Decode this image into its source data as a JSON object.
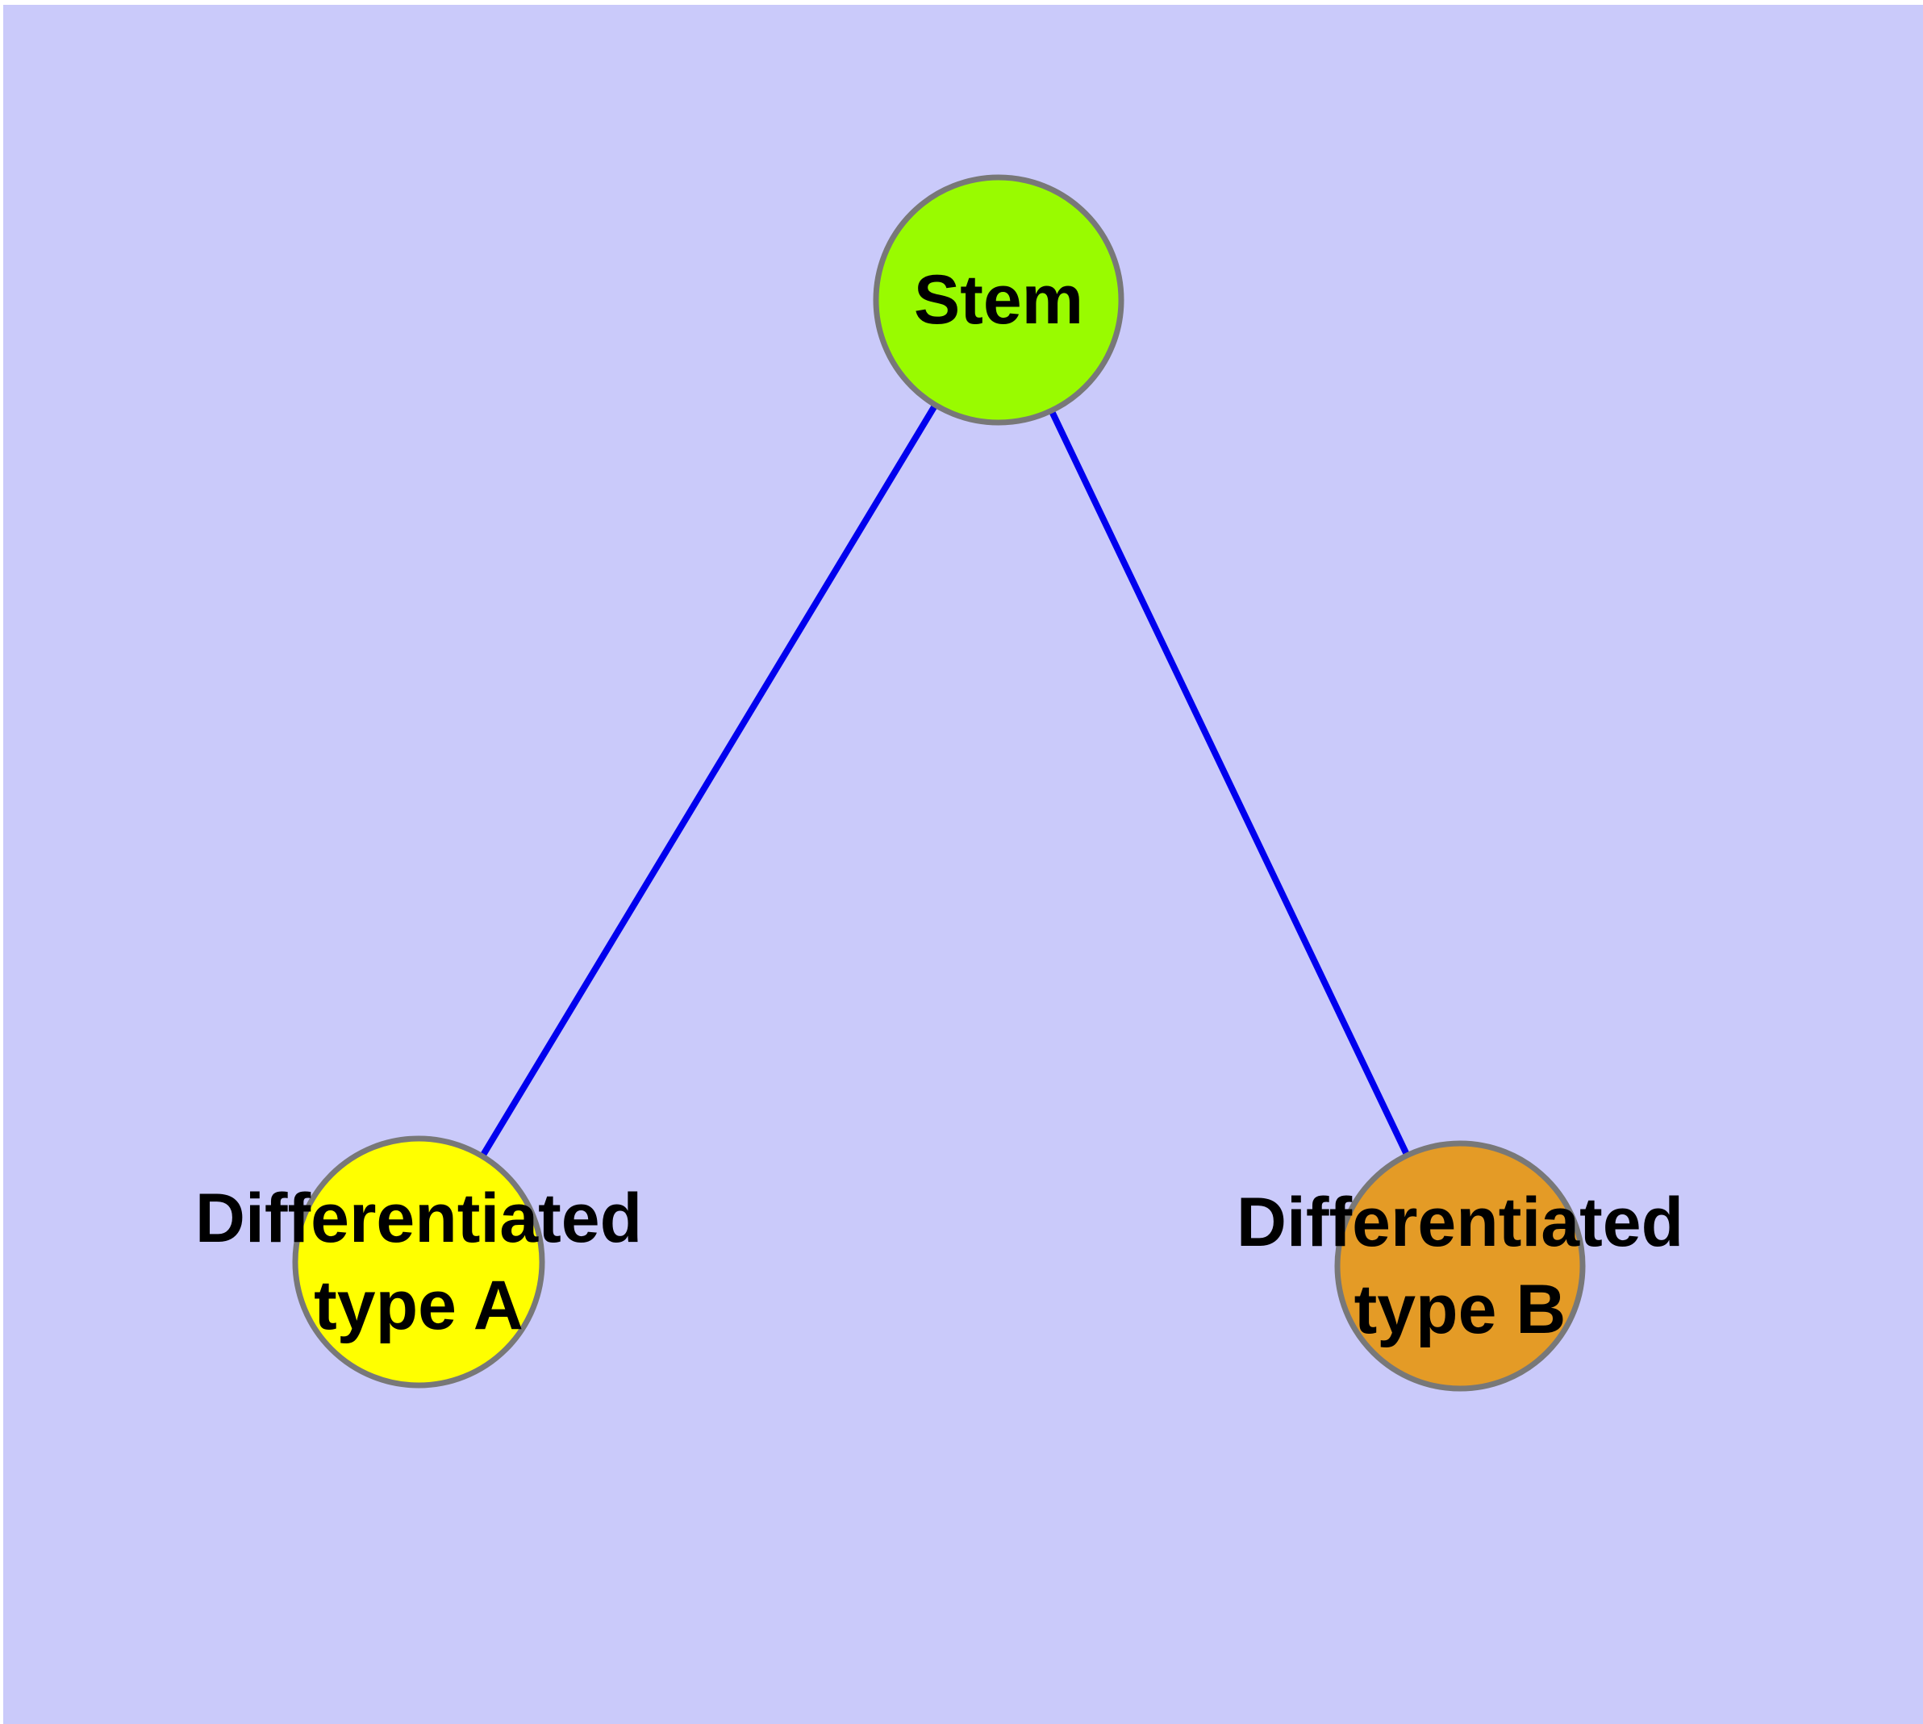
{
  "diagram": {
    "background_color": "#CACAFA",
    "margin_color": "#FFFFFF",
    "edge_color": "#0000EE",
    "node_border_color": "#787878",
    "label_color": "#000000",
    "nodes": [
      {
        "id": "stem",
        "label": "Stem",
        "fill": "#99FB00"
      },
      {
        "id": "differentiated-type-a",
        "label_line1": "Differentiated",
        "label_line2": "type A",
        "fill": "#FFFF00"
      },
      {
        "id": "differentiated-type-b",
        "label_line1": "Differentiated",
        "label_line2": "type B",
        "fill": "#E49B26"
      }
    ],
    "edges": [
      {
        "from": "stem",
        "to": "differentiated-type-a"
      },
      {
        "from": "stem",
        "to": "differentiated-type-b"
      }
    ]
  }
}
